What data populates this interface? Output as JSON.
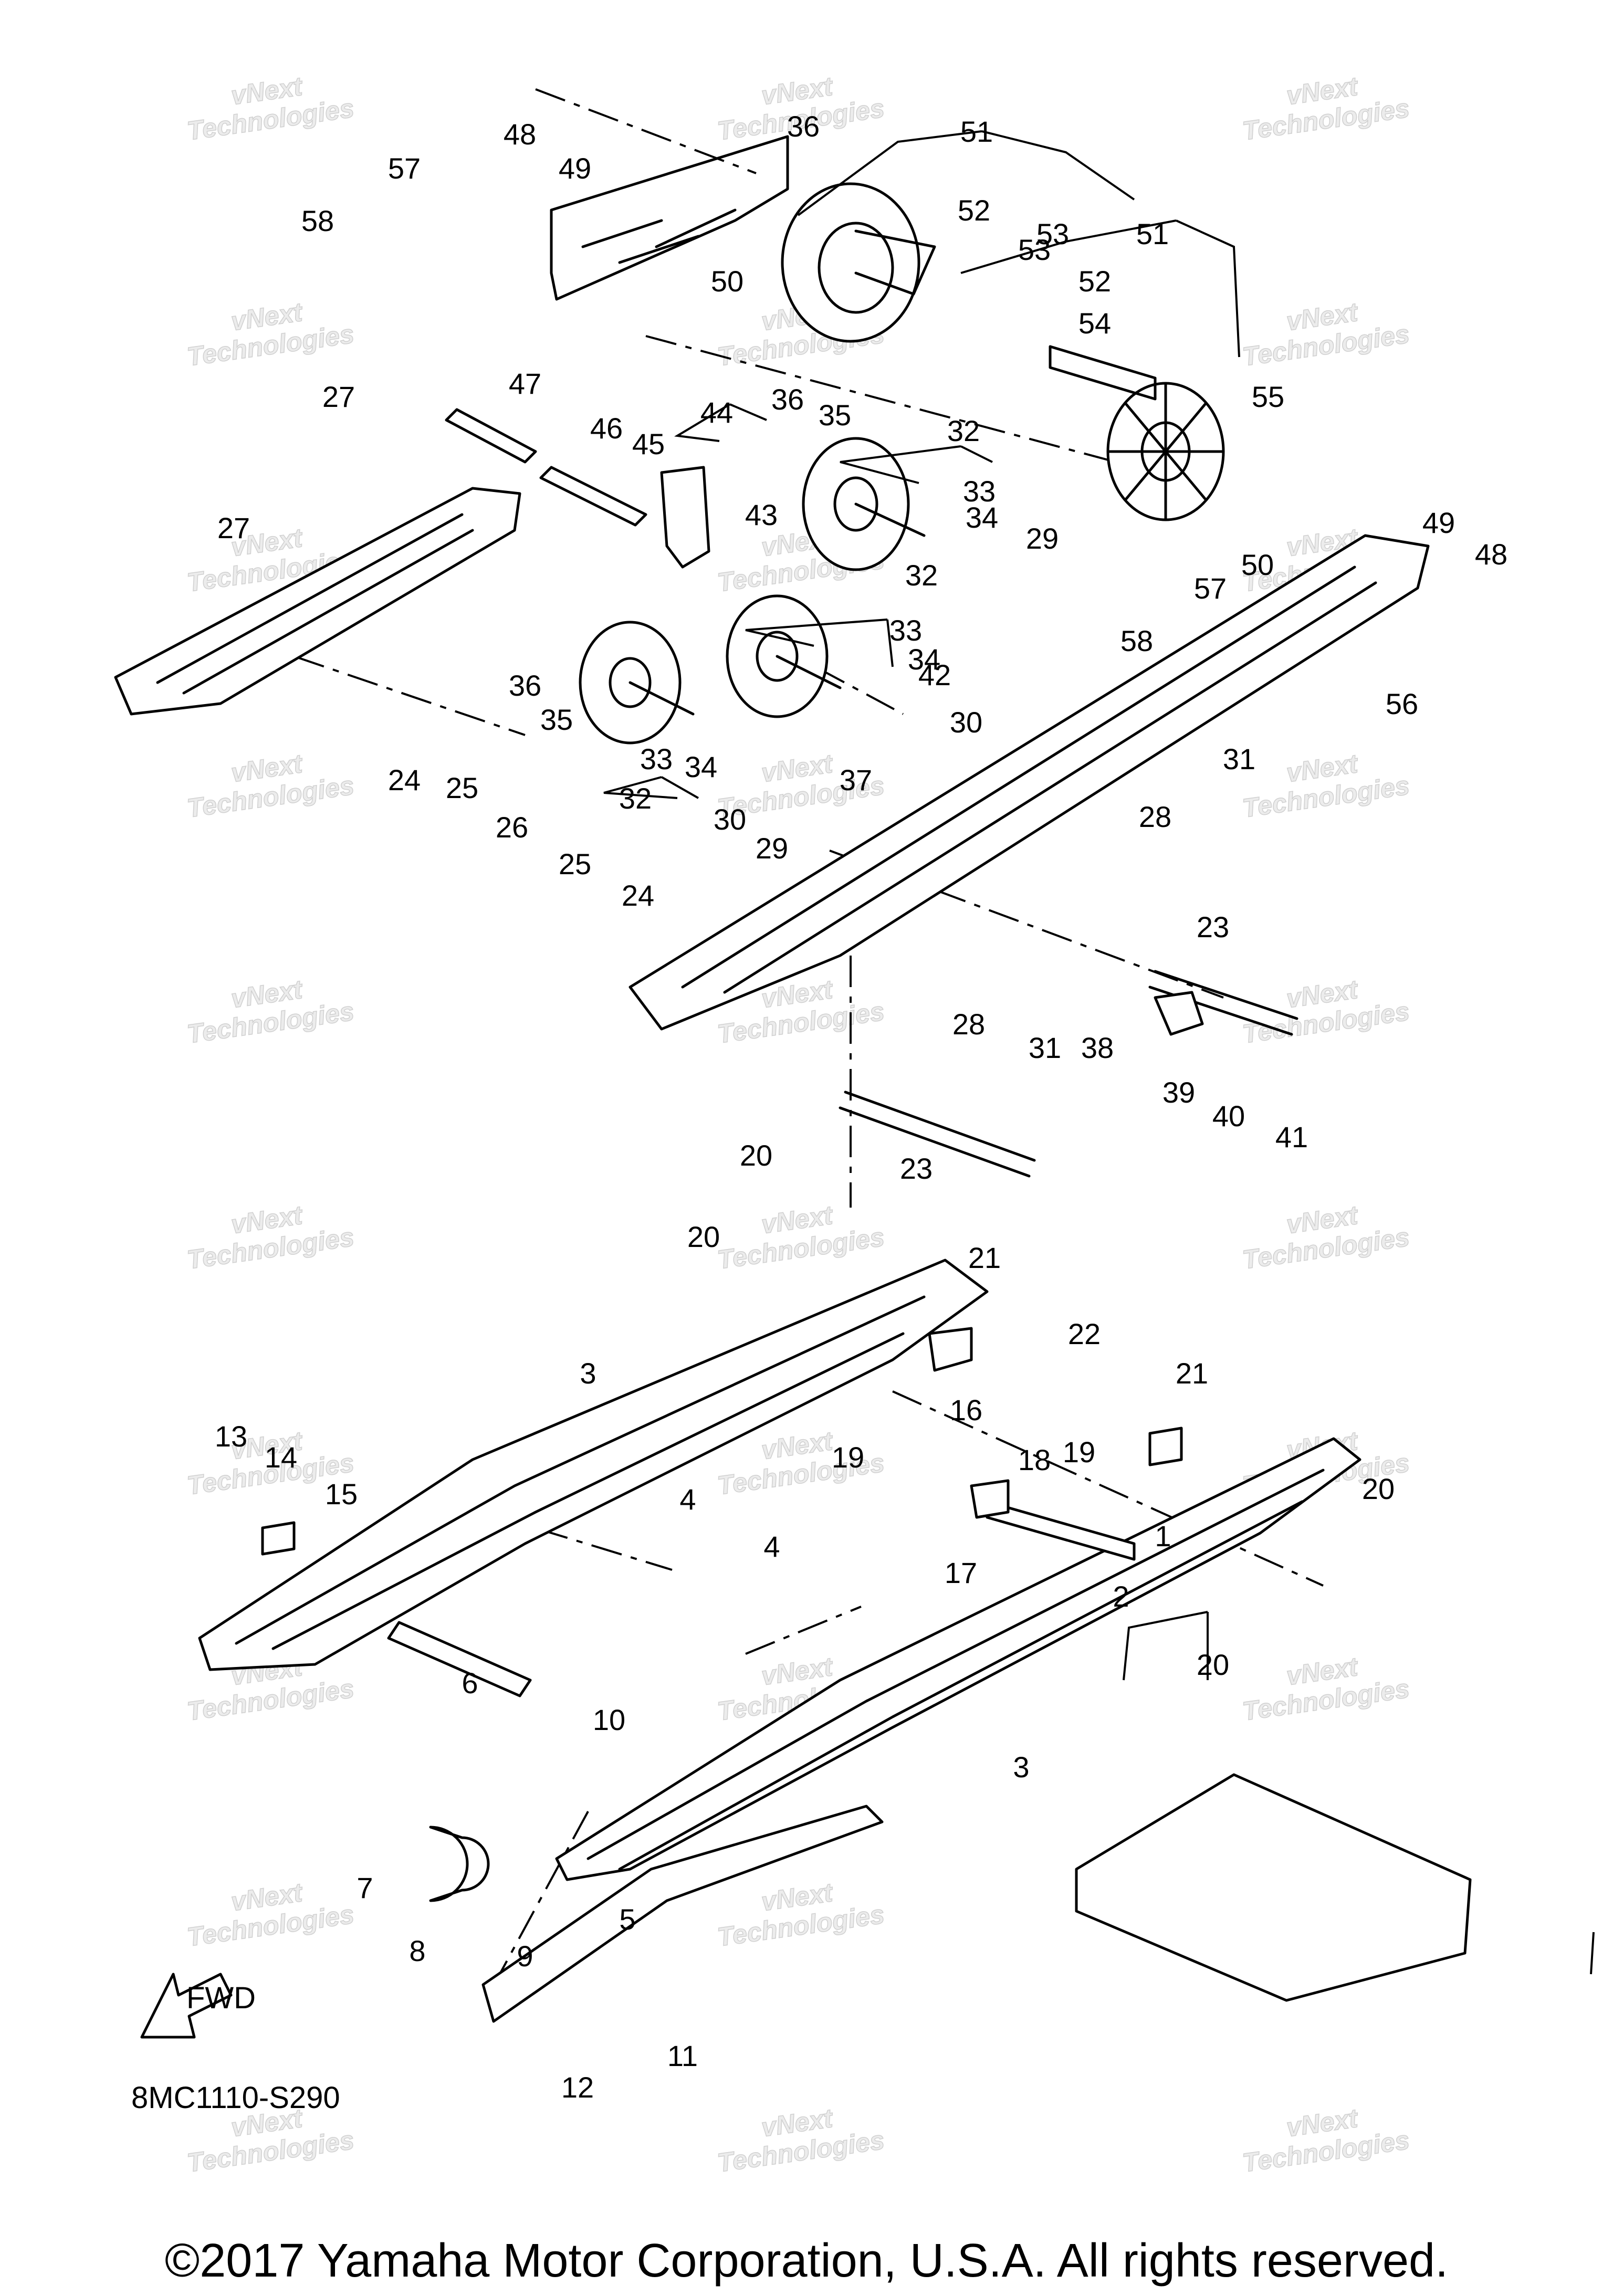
{
  "diagram_code": "8MC1110-S290",
  "copyright": "©2017 Yamaha Motor Corporation, U.S.A. All rights reserved.",
  "watermark": [
    "vNext",
    "Technologies"
  ],
  "fwd_label": "FWD",
  "callouts": [
    "1",
    "2",
    "3",
    "4",
    "5",
    "6",
    "7",
    "8",
    "9",
    "10",
    "11",
    "12",
    "13",
    "14",
    "15",
    "16",
    "17",
    "18",
    "19",
    "20",
    "21",
    "22",
    "23",
    "24",
    "25",
    "26",
    "27",
    "28",
    "29",
    "30",
    "31",
    "32",
    "33",
    "34",
    "35",
    "36",
    "37",
    "38",
    "39",
    "40",
    "41",
    "42",
    "43",
    "44",
    "45",
    "46",
    "47",
    "48",
    "49",
    "50",
    "51",
    "52",
    "53",
    "54",
    "55",
    "56",
    "57",
    "58"
  ]
}
